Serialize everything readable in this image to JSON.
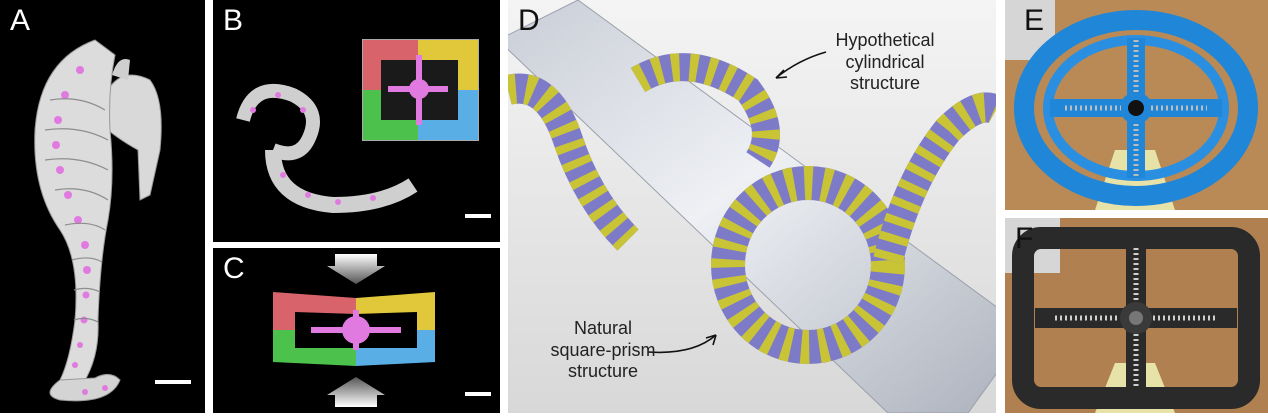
{
  "figure": {
    "panels": {
      "a": {
        "label": "A"
      },
      "b": {
        "label": "B"
      },
      "c": {
        "label": "C"
      },
      "d": {
        "label": "D"
      },
      "e": {
        "label": "E"
      },
      "f": {
        "label": "F"
      }
    },
    "annotations": {
      "hypothetical": {
        "line1": "Hypothetical",
        "line2": "cylindrical",
        "line3": "structure"
      },
      "natural": {
        "line1": "Natural",
        "line2": "square-prism",
        "line3": "structure"
      }
    }
  },
  "colors": {
    "bone": "#e6e6e6",
    "vertebra": "#e07ae0",
    "plate_red": "#d9636b",
    "plate_yellow": "#e0c83a",
    "plate_green": "#4cc24c",
    "plate_blue": "#5aaee6",
    "segment_purple": "#7d7bc8",
    "segment_yellow": "#c9c435",
    "print_blue": "#1f86d8",
    "print_black": "#2a2a2a"
  }
}
